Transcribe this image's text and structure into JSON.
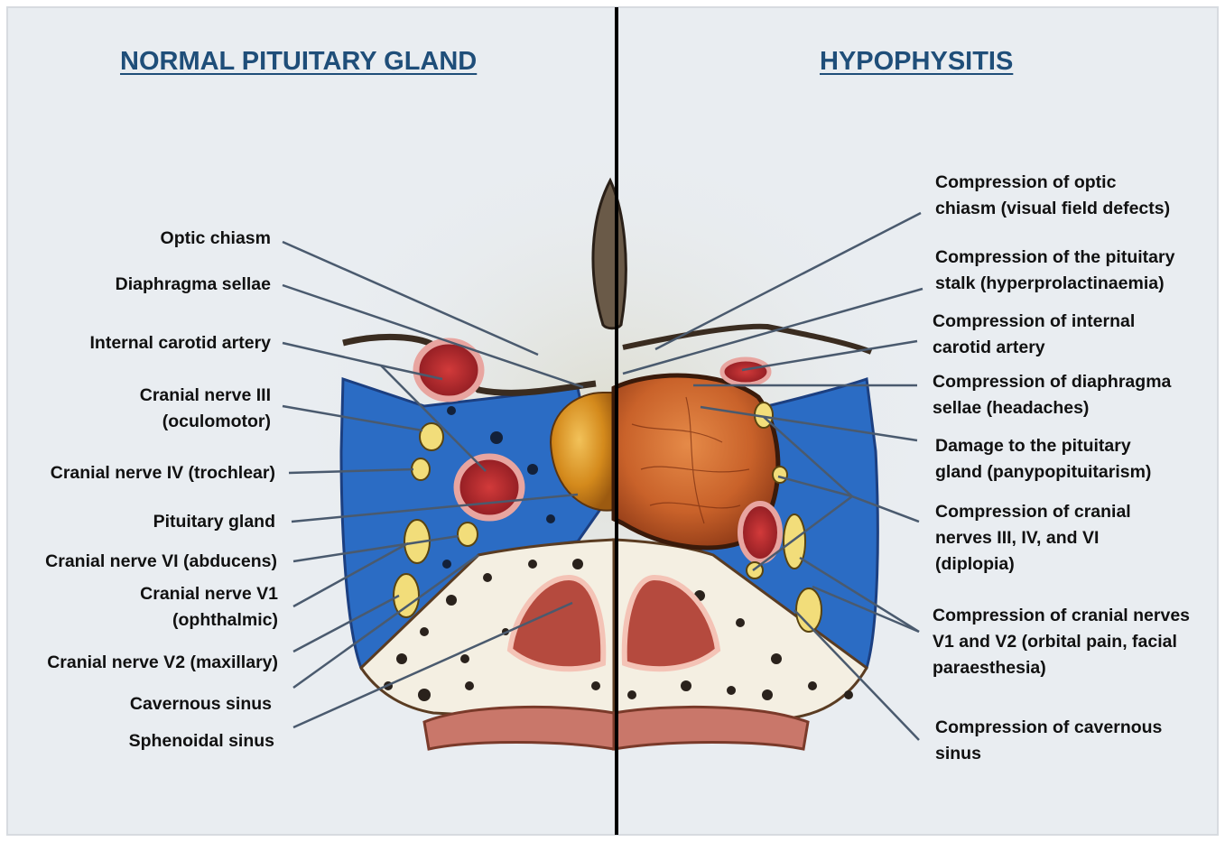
{
  "titles": {
    "left": "NORMAL PITUITARY GLAND",
    "right": "HYPOPHYSITIS"
  },
  "colors": {
    "title": "#1f4e79",
    "leader_line": "#4a5a6e",
    "paper": "#e9edf1",
    "venous_sinus": "#2b6cc4",
    "gland_normal": "#d48a1c",
    "gland_inflamed": "#c9622a",
    "artery": "#b3202a",
    "nerve": "#f2dd7a",
    "bone": "#f4efe2"
  },
  "left_labels": {
    "optic_chiasm": "Optic chiasm",
    "diaphragma_sellae": "Diaphragma sellae",
    "internal_carotid_artery": "Internal carotid artery",
    "cranial_nerve_iii_1": "Cranial nerve III",
    "cranial_nerve_iii_2": "(oculomotor)",
    "cranial_nerve_iv": "Cranial nerve IV (trochlear)",
    "pituitary_gland": "Pituitary gland",
    "cranial_nerve_vi": "Cranial nerve VI (abducens)",
    "cranial_nerve_v1_1": "Cranial nerve V1",
    "cranial_nerve_v1_2": "(ophthalmic)",
    "cranial_nerve_v2": "Cranial nerve V2 (maxillary)",
    "cavernous_sinus": "Cavernous sinus",
    "sphenoidal_sinus": "Sphenoidal sinus"
  },
  "right_labels": {
    "optic_chiasm_compression_1": "Compression of optic",
    "optic_chiasm_compression_2": "chiasm (visual field defects)",
    "stalk_compression_1": "Compression of the pituitary",
    "stalk_compression_2": "stalk (hyperprolactinaemia)",
    "ica_compression_1": "Compression of internal",
    "ica_compression_2": "carotid artery",
    "diaphragma_compression_1": "Compression of diaphragma",
    "diaphragma_compression_2": "sellae (headaches)",
    "gland_damage_1": "Damage to the pituitary",
    "gland_damage_2": "gland (panypopituitarism)",
    "cn_iii_iv_vi_1": "Compression of cranial",
    "cn_iii_iv_vi_2": "nerves III, IV, and VI",
    "cn_iii_iv_vi_3": "(diplopia)",
    "cn_v1_v2_1": "Compression of cranial nerves",
    "cn_v1_v2_2": "V1 and V2 (orbital pain, facial",
    "cn_v1_v2_3": "paraesthesia)",
    "cavernous_compression_1": "Compression of cavernous",
    "cavernous_compression_2": "sinus"
  }
}
